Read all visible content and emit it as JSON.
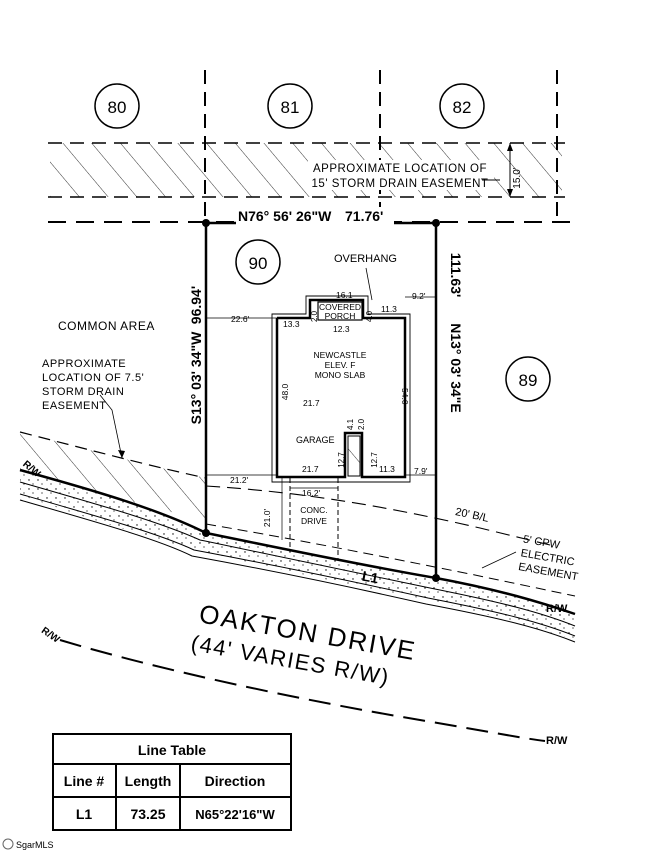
{
  "lots": {
    "lot80": "80",
    "lot81": "81",
    "lot82": "82",
    "lot90": "90",
    "lot89": "89"
  },
  "easement_top": {
    "line1": "APPROXIMATE LOCATION OF",
    "line2": "15' STORM DRAIN EASEMENT",
    "width": "15.0'"
  },
  "bearings": {
    "north": "N76° 56' 26\"W",
    "north_dist": "71.76'",
    "west": "S13° 03' 34\"W",
    "west_dist": "96.94'",
    "east": "N13° 03' 34\"E",
    "east_dist": "111.63'"
  },
  "labels": {
    "overhang": "OVERHANG",
    "common_area": "COMMON AREA",
    "storm_easement_1": "APPROXIMATE",
    "storm_easement_2": "LOCATION OF 7.5'",
    "storm_easement_3": "STORM DRAIN",
    "storm_easement_4": "EASEMENT",
    "covered_porch_1": "COVERED",
    "covered_porch_2": "PORCH",
    "house_1": "NEWCASTLE",
    "house_2": "ELEV. F",
    "house_3": "MONO SLAB",
    "garage": "GARAGE",
    "conc_drive_1": "CONC.",
    "conc_drive_2": "DRIVE",
    "setback": "20' B/L",
    "electric_1": "5' CPW",
    "electric_2": "ELECTRIC",
    "electric_3": "EASEMENT",
    "l1": "L1",
    "rw": "R/W",
    "street": "OAKTON DRIVE",
    "street_sub": "(44' VARIES R/W)"
  },
  "dims": {
    "d16_1": "16.1",
    "d11_3a": "11.3",
    "d9_2": "9.2'",
    "d22_6": "22.6'",
    "d13_3": "13.3",
    "d12_3": "12.3",
    "d2_0": "2.0",
    "d4_0": "4.0",
    "d54_0": "54.0",
    "d48_0": "48.0",
    "d21_7a": "21.7",
    "d4_1": "4.1",
    "d2_0b": "2.0",
    "d12_7a": "12.7",
    "d12_7b": "12.7",
    "d21_7b": "21.7",
    "d11_3b": "11.3",
    "d7_9": "7.9'",
    "d21_2": "21.2'",
    "d16_2": "16.2'",
    "d21_0": "21.0'"
  },
  "line_table": {
    "title": "Line Table",
    "headers": [
      "Line #",
      "Length",
      "Direction"
    ],
    "rows": [
      {
        "line": "L1",
        "length": "73.25",
        "direction": "N65°22'16\"W"
      }
    ]
  },
  "watermark": "SgarMLS"
}
